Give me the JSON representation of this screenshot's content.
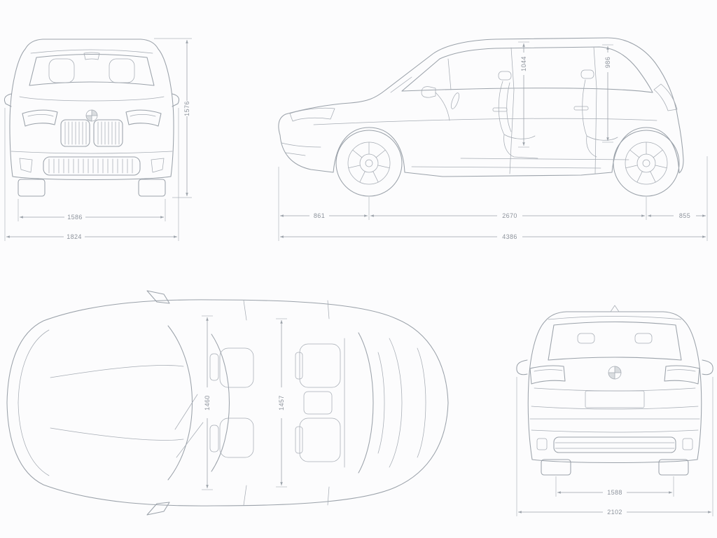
{
  "colors": {
    "background": "#fcfcfd",
    "line": "#9ba2aa",
    "label_text": "#8d939c"
  },
  "views": {
    "front": {
      "height": "1576",
      "track": "1586",
      "width": "1824"
    },
    "side": {
      "interior_height_front": "1044",
      "interior_height_rear": "986",
      "front_overhang": "861",
      "wheelbase": "2670",
      "rear_overhang": "855",
      "length": "4386"
    },
    "top": {
      "interior_width_front": "1460",
      "interior_width_rear": "1457"
    },
    "rear": {
      "track": "1588",
      "width": "2102"
    }
  }
}
